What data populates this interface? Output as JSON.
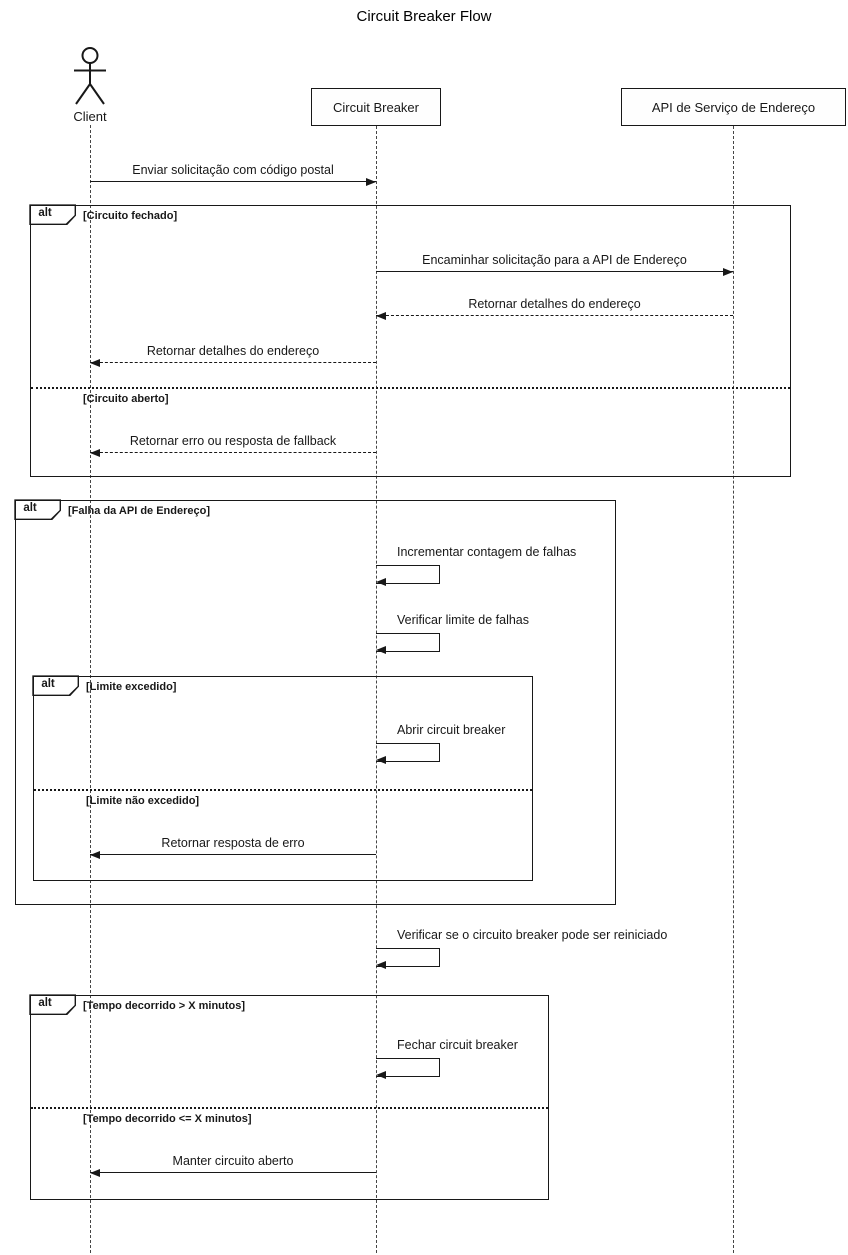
{
  "title": "Circuit Breaker Flow",
  "participants": [
    {
      "name": "client",
      "label": "Client",
      "type": "actor"
    },
    {
      "name": "circuit-breaker",
      "label": "Circuit Breaker",
      "type": "participant"
    },
    {
      "name": "address-api",
      "label": "API de Serviço de Endereço",
      "type": "participant"
    }
  ],
  "fragments": [
    {
      "operator": "alt",
      "condition": "[Circuito fechado]",
      "else_condition": "[Circuito aberto]"
    },
    {
      "operator": "alt",
      "condition": "[Falha da API de Endereço]"
    },
    {
      "operator": "alt",
      "condition": "[Limite excedido]",
      "else_condition": "[Limite não excedido]"
    },
    {
      "operator": "alt",
      "condition": "[Tempo decorrido > X minutos]",
      "else_condition": "[Tempo decorrido <= X minutos]"
    }
  ],
  "messages": [
    {
      "text": "Enviar solicitação com código postal",
      "from": "client",
      "to": "circuit-breaker",
      "style": "solid"
    },
    {
      "text": "Encaminhar solicitação para a API de Endereço",
      "from": "circuit-breaker",
      "to": "address-api",
      "style": "solid"
    },
    {
      "text": "Retornar detalhes do endereço",
      "from": "address-api",
      "to": "circuit-breaker",
      "style": "dashed"
    },
    {
      "text": "Retornar detalhes do endereço",
      "from": "circuit-breaker",
      "to": "client",
      "style": "dashed"
    },
    {
      "text": "Retornar erro ou resposta de fallback",
      "from": "circuit-breaker",
      "to": "client",
      "style": "dashed"
    },
    {
      "text": "Incrementar contagem de falhas",
      "from": "circuit-breaker",
      "to": "circuit-breaker",
      "style": "self"
    },
    {
      "text": "Verificar limite de falhas",
      "from": "circuit-breaker",
      "to": "circuit-breaker",
      "style": "self"
    },
    {
      "text": "Abrir circuit breaker",
      "from": "circuit-breaker",
      "to": "circuit-breaker",
      "style": "self"
    },
    {
      "text": "Retornar resposta de erro",
      "from": "circuit-breaker",
      "to": "client",
      "style": "solid"
    },
    {
      "text": "Verificar se o circuito breaker pode ser reiniciado",
      "from": "circuit-breaker",
      "to": "circuit-breaker",
      "style": "self"
    },
    {
      "text": "Fechar circuit breaker",
      "from": "circuit-breaker",
      "to": "circuit-breaker",
      "style": "self"
    },
    {
      "text": "Manter circuito aberto",
      "from": "circuit-breaker",
      "to": "client",
      "style": "solid"
    }
  ]
}
